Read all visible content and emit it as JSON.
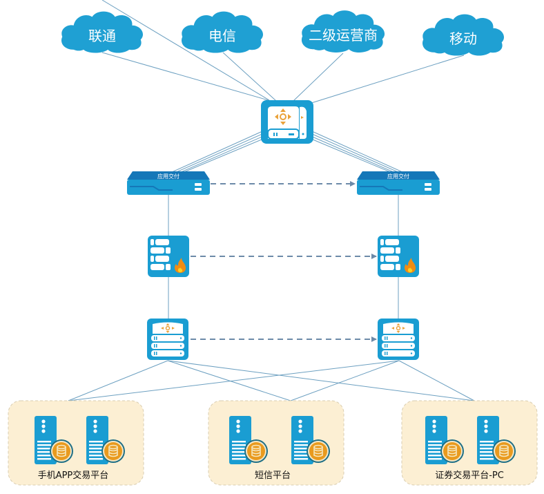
{
  "diagram": {
    "type": "network-topology",
    "colors": {
      "device_blue": "#1a9dd2",
      "device_dark_blue": "#1577b8",
      "cloud_blue": "#1fa0d3",
      "arrow_orange": "#eaa23a",
      "db_orange": "#e99a1e",
      "zone_fill": "#fcefd3",
      "zone_border": "#d9cdb0",
      "link_line": "#6b9fc0",
      "dashed_link": "#6c8aa8",
      "flame_orange": "#f08c12",
      "flame_yellow": "#ffd21f"
    },
    "clouds": [
      {
        "id": "unicom",
        "label": "联通"
      },
      {
        "id": "telecom",
        "label": "电信"
      },
      {
        "id": "tier2",
        "label": "二级运营商"
      },
      {
        "id": "mobile",
        "label": "移动"
      }
    ],
    "core_router": {
      "id": "core-router",
      "icon": "router-icon"
    },
    "adc": [
      {
        "id": "adc-left",
        "label": "应用交付"
      },
      {
        "id": "adc-right",
        "label": "应用交付"
      }
    ],
    "firewalls": [
      {
        "id": "fw-left",
        "icon": "firewall-icon"
      },
      {
        "id": "fw-right",
        "icon": "firewall-icon"
      }
    ],
    "switches": [
      {
        "id": "sw-left",
        "icon": "switch-icon"
      },
      {
        "id": "sw-right",
        "icon": "switch-icon"
      }
    ],
    "zones": [
      {
        "id": "zone-app",
        "label": "手机APP交易平台",
        "servers": 2
      },
      {
        "id": "zone-sms",
        "label": "短信平台",
        "servers": 2
      },
      {
        "id": "zone-pc",
        "label": "证券交易平台-PC",
        "servers": 2
      }
    ],
    "links": [
      {
        "from": "unicom",
        "to": "core-router",
        "style": "solid"
      },
      {
        "from": "telecom",
        "to": "core-router",
        "style": "solid"
      },
      {
        "from": "tier2",
        "to": "core-router",
        "style": "solid"
      },
      {
        "from": "mobile",
        "to": "core-router",
        "style": "solid"
      },
      {
        "from": "core-router",
        "to": "adc-left",
        "style": "solid-multi"
      },
      {
        "from": "core-router",
        "to": "adc-right",
        "style": "solid-multi"
      },
      {
        "from": "adc-left",
        "to": "adc-right",
        "style": "dashed-arrow"
      },
      {
        "from": "adc-left",
        "to": "fw-left",
        "style": "solid"
      },
      {
        "from": "adc-right",
        "to": "fw-right",
        "style": "solid"
      },
      {
        "from": "fw-left",
        "to": "fw-right",
        "style": "dashed-arrow"
      },
      {
        "from": "fw-left",
        "to": "sw-left",
        "style": "solid"
      },
      {
        "from": "fw-right",
        "to": "sw-right",
        "style": "solid"
      },
      {
        "from": "sw-left",
        "to": "sw-right",
        "style": "dashed-arrow"
      },
      {
        "from": "sw-left",
        "to": "zone-app",
        "style": "solid"
      },
      {
        "from": "sw-left",
        "to": "zone-sms",
        "style": "solid"
      },
      {
        "from": "sw-left",
        "to": "zone-pc",
        "style": "solid"
      },
      {
        "from": "sw-right",
        "to": "zone-app",
        "style": "solid"
      },
      {
        "from": "sw-right",
        "to": "zone-sms",
        "style": "solid"
      },
      {
        "from": "sw-right",
        "to": "zone-pc",
        "style": "solid"
      }
    ]
  }
}
